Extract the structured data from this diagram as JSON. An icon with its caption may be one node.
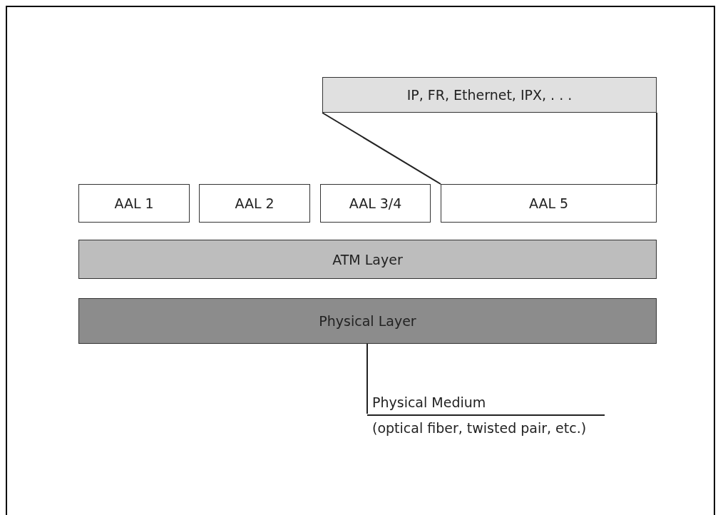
{
  "diagram": {
    "nodes": [
      {
        "text": [
          "IP, FR, Ethernet, IPX, . . ."
        ]
      },
      {
        "text": [
          "AAL 1"
        ]
      },
      {
        "text": [
          "AAL 2"
        ]
      },
      {
        "text": [
          "AAL 3/4"
        ]
      },
      {
        "text": [
          "AAL 5"
        ]
      },
      {
        "text": [
          "ATM Layer"
        ]
      },
      {
        "text": [
          "Physical Layer"
        ]
      },
      {
        "text": [
          "Physical Medium",
          "(optical fiber, twisted pair, etc.)"
        ]
      }
    ],
    "edges": [
      {
        "from": 0,
        "to": 4,
        "arrow": "none"
      },
      {
        "from": 0,
        "to": 4,
        "arrow": "none"
      },
      {
        "from": 6,
        "to": 7,
        "arrow": "none"
      }
    ]
  }
}
